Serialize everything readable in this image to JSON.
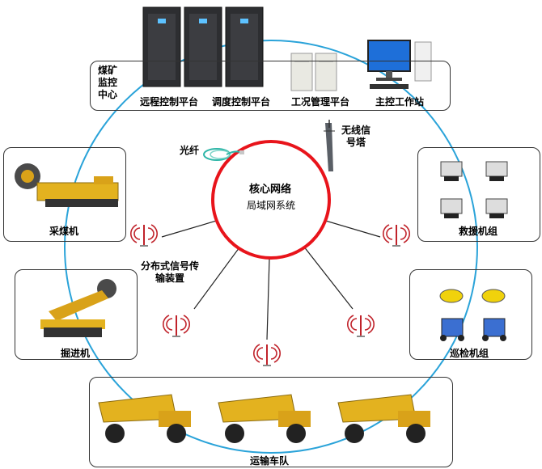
{
  "control_center": {
    "title_line1": "煤矿",
    "title_line2": "监控",
    "title_line3": "中心",
    "items": [
      {
        "label": "远程控制平台"
      },
      {
        "label": "调度控制平台"
      },
      {
        "label": "工况管理平台"
      },
      {
        "label": "主控工作站"
      }
    ]
  },
  "core": {
    "title": "核心网络",
    "subtitle": "局域网系统",
    "ring_color": "#e8141b"
  },
  "outer_ring_color": "#2aa3d9",
  "fiber": {
    "label": "光纤"
  },
  "wireless_tower": {
    "label_line1": "无线信",
    "label_line2": "号塔"
  },
  "distributed": {
    "label_line1": "分布式信号传",
    "label_line2": "输装置"
  },
  "equipment": {
    "shearer": "采煤机",
    "roadheader": "掘进机",
    "rescue": "救援机组",
    "inspection": "巡检机组",
    "haul_fleet": "运输车队"
  },
  "icons": {
    "server": "server-rack-icon",
    "industrial_pc": "industrial-pc-icon",
    "workstation": "desktop-workstation-icon",
    "antenna": "signal-antenna-icon",
    "fiber_cable": "fiber-cable-icon",
    "tower": "wireless-tower-icon"
  }
}
